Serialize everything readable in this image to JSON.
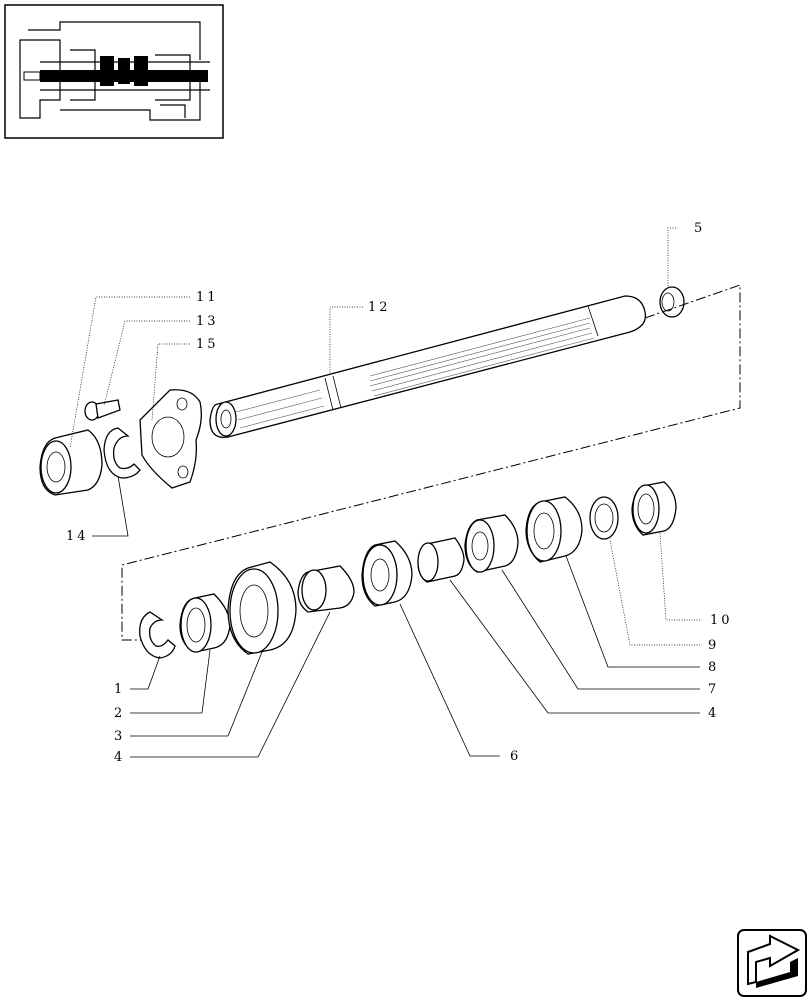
{
  "diagram": {
    "callouts": {
      "c1": "1",
      "c2": "2",
      "c3": "3",
      "c4a": "4",
      "c4b": "4",
      "c5": "5",
      "c6": "6",
      "c7": "7",
      "c8": "8",
      "c9": "9",
      "c10": "10",
      "c11": "11",
      "c12": "12",
      "c13": "13",
      "c14": "14",
      "c15": "15"
    },
    "icons": {
      "thumbnail": "transmission-section-thumbnail",
      "nav": "next-page-arrow-icon"
    }
  }
}
